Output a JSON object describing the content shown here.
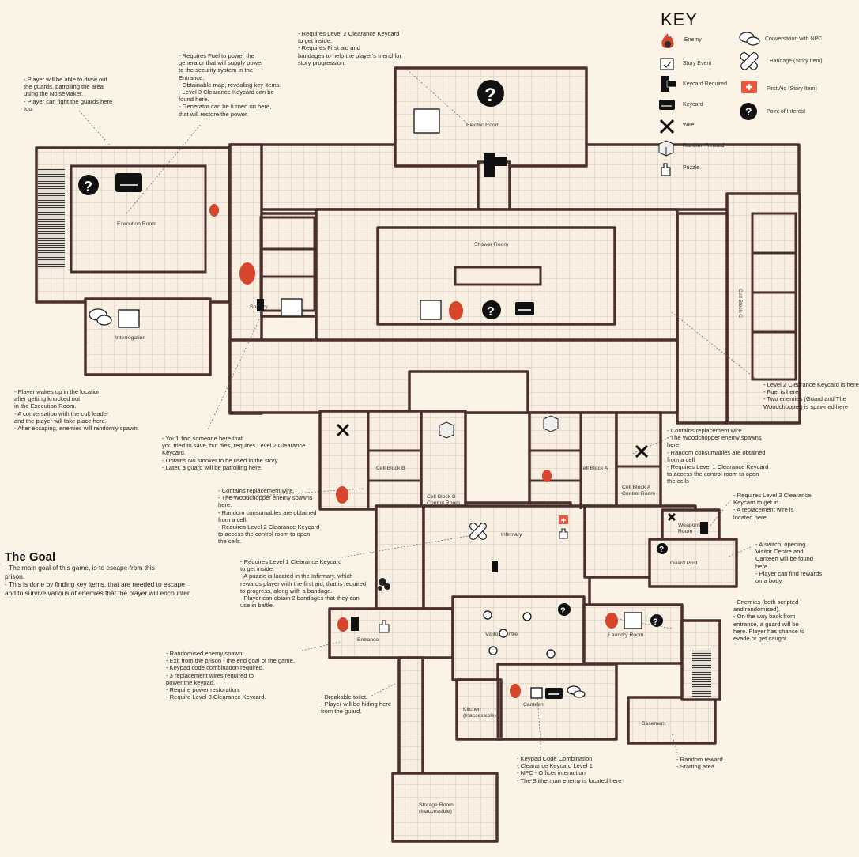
{
  "key": {
    "title": "KEY",
    "items": [
      {
        "icon": "enemy-fire-skull-icon",
        "label": "Enemy"
      },
      {
        "icon": "story-event-calendar-icon",
        "label": "Story Event"
      },
      {
        "icon": "keycard-required-reader-icon",
        "label": "Keycard Required"
      },
      {
        "icon": "keycard-icon",
        "label": "Keycard"
      },
      {
        "icon": "wire-crossed-icon",
        "label": "Wire"
      },
      {
        "icon": "random-reward-box-icon",
        "label": "Random Reward"
      },
      {
        "icon": "puzzle-hand-icon",
        "label": "Puzzle"
      },
      {
        "icon": "conversation-bubbles-icon",
        "label": "Conversation with NPC"
      },
      {
        "icon": "bandage-icon",
        "label": "Bandage (Story Item)"
      },
      {
        "icon": "first-aid-kit-icon",
        "label": "First Aid (Story Item)"
      },
      {
        "icon": "point-of-interest-question-icon",
        "label": "Point of Interest"
      }
    ]
  },
  "rooms": {
    "execution_room": "Execution Room",
    "electric_room": "Electric Room",
    "interrogation": "Interrogation",
    "showers": "Shower Room",
    "solitary": "Solitary",
    "cell_block_b": "Cell Block B",
    "cell_block_b_control": "Cell Block B\nControl Room",
    "cell_block_a": "Cell Block A",
    "cell_block_a_control": "Cell Block A\nControl Room",
    "infirmary": "Infirmary",
    "weapons_room": "Weapons\nRoom",
    "guard_post": "Guard Post",
    "entrance": "Entrance",
    "visitor_centre": "Visitor Centre",
    "laundry_room": "Laundry Room",
    "kitchen": "Kitchen\n(Inaccessible)",
    "canteen": "Canteen",
    "basement": "Basement",
    "storage_room": "Storage Room\n(Inaccessible)",
    "cell_block_c": "Cell Block C"
  },
  "notes": {
    "execution": "- Requires Level 2 Clearance Keycard\nto get inside.\n- Requires First aid and\nbandages to help the player's friend for\nstory progression.",
    "electric": "- Requires Fuel to power the\ngenerator that will supply power\nto the security system in the\nEntrance.\n- Obtainable map, revealing key items.\n- Level 3 Clearance Keycard can be\nfound here.\n- Generator can be turned on here,\nthat will restore the power.",
    "guards": "- Player will be able to draw out\nthe guards, patrolling the area\nusing the NoiseMaker.\n- Player can fight the guards here\ntoo.",
    "interrogation": "- Player wakes up in the location\nafter getting knocked out\nin the Execution Room.\n- A conversation with the cult leader\nand the player will take place here.\n- After escaping, enemies will randomly spawn.",
    "solitary": "- You'll find someone here that\nyou tried to save, but dies, requires Level 2 Clearance\nKeycard.\n- Obtains No smoker to be used in the story\n- Later, a guard will be patrolling here.",
    "cellblock_b": "- Contains replacement wire.\n- The Woodchopper enemy spawns\nhere.\n- Random consumables are obtained\nfrom a cell.\n- Requires Level 2 Clearance Keycard\nto access the control room to open\nthe cells.",
    "cellblock_a": "- Contains replacement wire\n- The Woodchopper enemy spawns\nhere\n- Random consumables are obtained\nfrom a cell\n- Requires Level 1 Clearance Keycard\nto access the control room to open\nthe cells",
    "showers": "- Level 2 Clearance Keycard is here\n- Fuel is here\n- Two enemies (Guard and The\nWoodchopper) is spawned here",
    "weapons": "- Requires Level 3 Clearance\nKeycard to get in.\n- A replacement wire is\nlocated here.",
    "guardpost": "- A switch, opening\nVisitor Centre and\nCanteen will be found\nhere.\n- Player can find rewards\non a body.",
    "infirmary": "- Requires Level 1 Clearance Keycard\nto get inside.\n- A puzzle is located in the Infirmary, which\nrewards player with the first aid, that is required\nto progress, along with a bandage.\n- Player can obtain 2 bandages that they can\nuse in battle.",
    "laundry": "- Enemies (both scripted\nand randomised).\n- On the way back from\nentrance, a guard will be\nhere. Player has chance to\nevade or get caught.",
    "entrance": "- Randomised enemy spawn.\n- Exit from the prison - the end goal of the game.\n- Keypad code combination required.\n- 3 replacement wires required to\npower the keypad.\n- Require power restoration.\n- Require Level 3 Clearance Keycard.",
    "visitor": "- Breakable toilet.\n- Player will be hiding here\nfrom the guard.",
    "canteen": "- Keypad Code Combination\n- Clearance Keycard Level 1\n- NPC - Officer interaction\n- The Slitherman enemy is located here",
    "basement": "- Random reward\n- Starting area"
  },
  "goal": {
    "heading": "The Goal",
    "text": "- The main goal of this game, is to escape from this\nprison.\n- This is done by finding key items, that are needed to escape\nand to survive various of enemies that the player will encounter."
  },
  "colors": {
    "background": "#fbf3e6",
    "wall": "#4a2f2c",
    "grid": "#c9b8a6",
    "floor": "#f8efe2",
    "first_aid": "#e8573d",
    "enemy_flame": "#d6452c"
  }
}
